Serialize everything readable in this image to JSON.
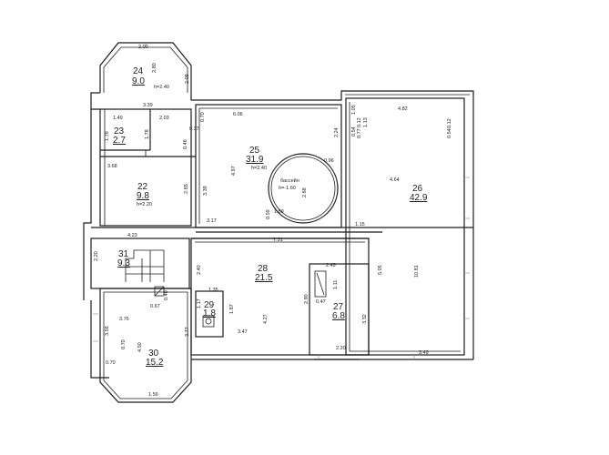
{
  "rooms": [
    {
      "id": "24",
      "area": "9.0",
      "height": "h=2.40"
    },
    {
      "id": "23",
      "area": "2.7",
      "height": ""
    },
    {
      "id": "22",
      "area": "9.8",
      "height": "h=2.20"
    },
    {
      "id": "25",
      "area": "31.9",
      "height": "h=2.40"
    },
    {
      "id": "26",
      "area": "42.9",
      "height": ""
    },
    {
      "id": "31",
      "area": "9.3",
      "height": ""
    },
    {
      "id": "28",
      "area": "21.5",
      "height": ""
    },
    {
      "id": "29",
      "area": "1.8",
      "height": ""
    },
    {
      "id": "27",
      "area": "6.8",
      "height": ""
    },
    {
      "id": "30",
      "area": "15.2",
      "height": ""
    }
  ],
  "pool": {
    "label": "бассейн",
    "depth": "h=-1.60"
  },
  "dimensions": [
    "2.00",
    "2.80",
    "2.09",
    "3.39",
    "1.49",
    "2.03",
    "0.37",
    "0.70",
    "6.06",
    "1.78",
    "1.78",
    "0.46",
    "3.68",
    "2.85",
    "3.39",
    "4.97",
    "2.24",
    "0.96",
    "2.68",
    "0.59",
    "1.59",
    "3.17",
    "4.82",
    "1.05",
    "0.54",
    "0.12",
    "0.77",
    "1.13",
    "0.12",
    "0.54",
    "4.64",
    "1.15",
    "10.81",
    "4.23",
    "2.20",
    "7.31",
    "2.40",
    "5.05",
    "0.40",
    "0.67",
    "1.35",
    "1.17",
    "1.87",
    "2.49",
    "1.11",
    "0.47",
    "2.90",
    "3.32",
    "3.58",
    "3.76",
    "3.77",
    "4.27",
    "3.47",
    "2.20",
    "3.49",
    "4.50",
    "0.70",
    "1.56",
    "0.70"
  ]
}
